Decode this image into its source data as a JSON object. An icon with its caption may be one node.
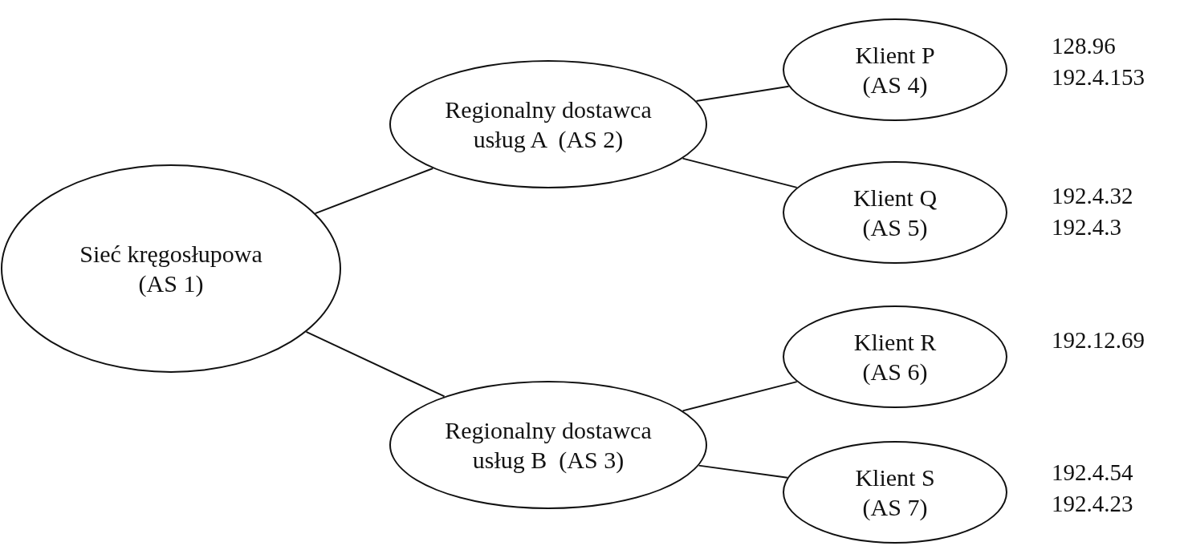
{
  "diagram": {
    "nodes": [
      {
        "text": [
          "Sieć kręgosłupowa",
          "(AS 1)"
        ]
      },
      {
        "text": [
          "Regionalny dostawca",
          "usług A  (AS 2)"
        ]
      },
      {
        "text": [
          "Regionalny dostawca",
          "usług B  (AS 3)"
        ]
      },
      {
        "text": [
          "Klient P",
          "(AS 4)"
        ],
        "beside": [
          "128.96",
          "192.4.153"
        ]
      },
      {
        "text": [
          "Klient Q",
          "(AS 5)"
        ],
        "beside": [
          "192.4.32",
          "192.4.3"
        ]
      },
      {
        "text": [
          "Klient R",
          "(AS 6)"
        ],
        "beside": [
          "192.12.69"
        ]
      },
      {
        "text": [
          "Klient S",
          "(AS 7)"
        ],
        "beside": [
          "192.4.54",
          "192.4.23"
        ]
      }
    ],
    "edges": [
      {
        "from": 0,
        "to": 1,
        "arrow": "none"
      },
      {
        "from": 0,
        "to": 2,
        "arrow": "none"
      },
      {
        "from": 1,
        "to": 3,
        "arrow": "none"
      },
      {
        "from": 1,
        "to": 4,
        "arrow": "none"
      },
      {
        "from": 2,
        "to": 5,
        "arrow": "none"
      },
      {
        "from": 2,
        "to": 6,
        "arrow": "none"
      }
    ]
  }
}
